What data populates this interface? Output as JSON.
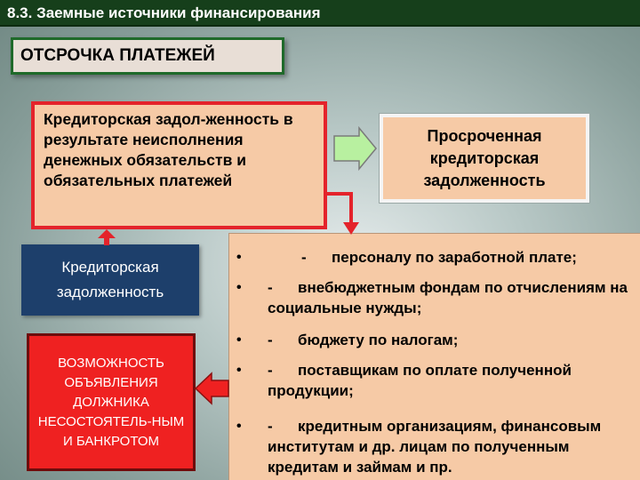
{
  "header": {
    "title": "8.3. Заемные источники финансирования"
  },
  "section": {
    "title": "ОТСРОЧКА ПЛАТЕЖЕЙ"
  },
  "debt_box": {
    "text": "Кредиторская задол-женность в результате неисполнения денежных обязательств и обязательных платежей"
  },
  "overdue_box": {
    "text": "Просроченная кредиторская задолженность"
  },
  "payable_box": {
    "text": "Кредиторская задолженность"
  },
  "bankrupt_box": {
    "text": "ВОЗМОЖНОСТЬ ОБЪЯВЛЕНИЯ ДОЛЖНИКА НЕСОСТОЯТЕЛЬ-НЫМ И БАНКРОТОМ"
  },
  "list": {
    "bullet": "•",
    "dash": "-",
    "items": [
      "персоналу по заработной плате;",
      "внебюджетным фондам по отчислениям на социальные нужды;",
      "бюджету по налогам;",
      "поставщикам по оплате полученной продукции;",
      "кредитным организациям, финансовым институтам и др. лицам по полученным кредитам и займам и пр."
    ]
  },
  "colors": {
    "header_bg": "#163f1b",
    "box_fill": "#f6caa6",
    "red_accent": "#e4232b",
    "navy": "#1d3f6b",
    "green_arrow": "#b8f0a0"
  }
}
